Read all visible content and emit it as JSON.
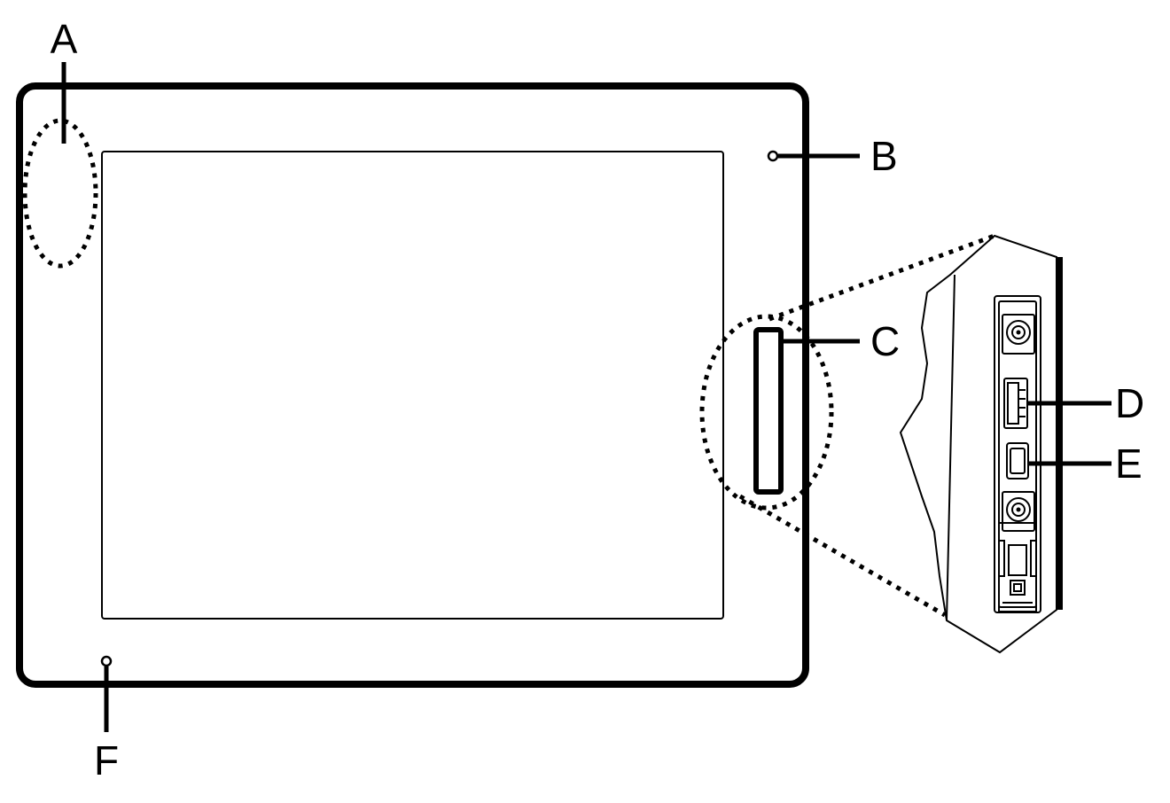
{
  "callouts": {
    "a": "A",
    "b": "B",
    "c": "C",
    "d": "D",
    "e": "E",
    "f": "F"
  },
  "colors": {
    "line": "#000000",
    "background": "#ffffff"
  }
}
